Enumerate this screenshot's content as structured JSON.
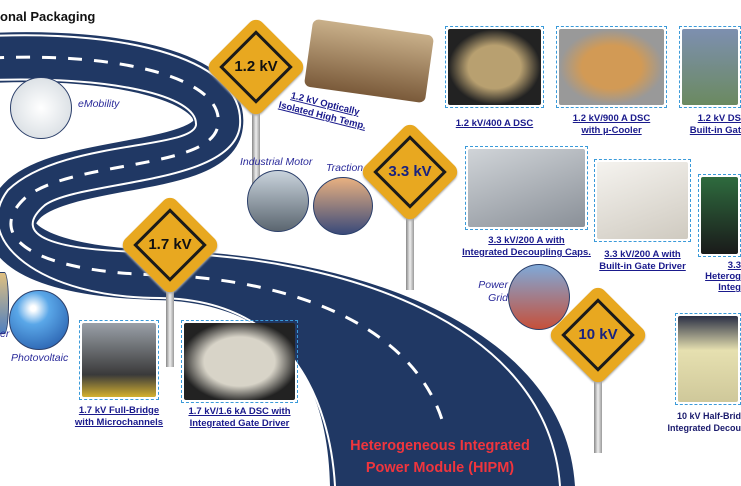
{
  "header": {
    "title": "onal Packaging"
  },
  "signs": {
    "s1": "1.2 kV",
    "s2": "3.3 kV",
    "s3": "1.7 kV",
    "s4": "10 kV"
  },
  "applications": {
    "emobility": "eMobility",
    "industrial": "Industrial Motor",
    "traction": "Traction",
    "photovoltaic": "Photovoltaic",
    "power_grid_1": "Power",
    "power_grid_2": "Grid",
    "partial_left": "er"
  },
  "modules": {
    "m1": [
      "1.2 kV Optically",
      "Isolated High Temp."
    ],
    "m2": [
      "1.2 kV/400 A DSC"
    ],
    "m3": [
      "1.2 kV/900 A DSC",
      "with µ-Cooler"
    ],
    "m4": [
      "1.2 kV DS",
      "Built-in Gat"
    ],
    "m5": [
      "3.3 kV/200 A with",
      "Integrated Decoupling Caps."
    ],
    "m6": [
      "3.3 kV/200 A with",
      "Built-in Gate Driver"
    ],
    "m7": [
      "3.3",
      "Heterog",
      "Integ"
    ],
    "m8": [
      "1.7 kV Full-Bridge",
      "with Microchannels"
    ],
    "m9": [
      "1.7 kV/1.6 kA DSC with",
      "Integrated Gate Driver"
    ],
    "m10": [
      "10 kV Half-Brid",
      "Integrated Decou"
    ]
  },
  "footer": {
    "line1": "Heterogeneous Integrated",
    "line2": "Power Module (HIPM)"
  },
  "colors": {
    "road": "#203864",
    "sign": "#e8a820",
    "caption": "#1a1a8c",
    "hipm": "#f0353d"
  }
}
